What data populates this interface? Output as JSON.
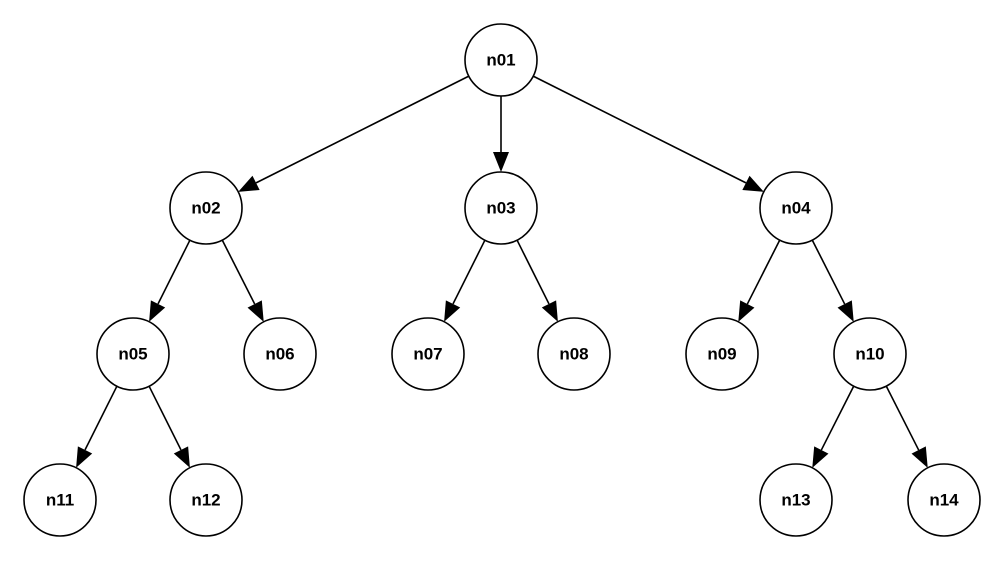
{
  "tree": {
    "nodes": [
      {
        "id": "n01",
        "label": "n01"
      },
      {
        "id": "n02",
        "label": "n02"
      },
      {
        "id": "n03",
        "label": "n03"
      },
      {
        "id": "n04",
        "label": "n04"
      },
      {
        "id": "n05",
        "label": "n05"
      },
      {
        "id": "n06",
        "label": "n06"
      },
      {
        "id": "n07",
        "label": "n07"
      },
      {
        "id": "n08",
        "label": "n08"
      },
      {
        "id": "n09",
        "label": "n09"
      },
      {
        "id": "n10",
        "label": "n10"
      },
      {
        "id": "n11",
        "label": "n11"
      },
      {
        "id": "n12",
        "label": "n12"
      },
      {
        "id": "n13",
        "label": "n13"
      },
      {
        "id": "n14",
        "label": "n14"
      }
    ],
    "edges": [
      {
        "from": "n01",
        "to": "n02"
      },
      {
        "from": "n01",
        "to": "n03"
      },
      {
        "from": "n01",
        "to": "n04"
      },
      {
        "from": "n02",
        "to": "n05"
      },
      {
        "from": "n02",
        "to": "n06"
      },
      {
        "from": "n03",
        "to": "n07"
      },
      {
        "from": "n03",
        "to": "n08"
      },
      {
        "from": "n04",
        "to": "n09"
      },
      {
        "from": "n04",
        "to": "n10"
      },
      {
        "from": "n05",
        "to": "n11"
      },
      {
        "from": "n05",
        "to": "n12"
      },
      {
        "from": "n10",
        "to": "n13"
      },
      {
        "from": "n10",
        "to": "n14"
      }
    ]
  }
}
